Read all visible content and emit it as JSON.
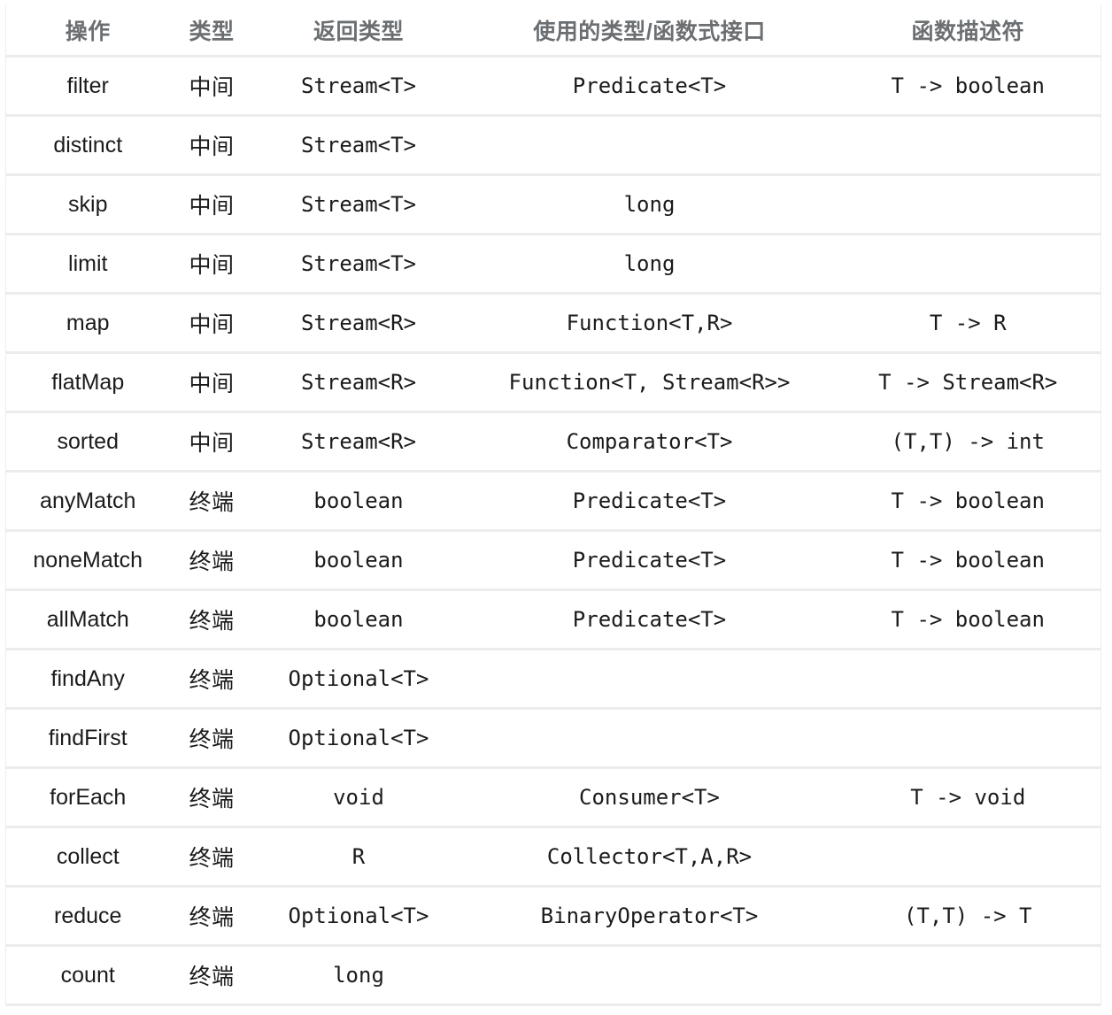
{
  "table": {
    "headers": [
      {
        "label": "操作",
        "name": "col-operation"
      },
      {
        "label": "类型",
        "name": "col-type"
      },
      {
        "label": "返回类型",
        "name": "col-return-type"
      },
      {
        "label": "使用的类型/函数式接口",
        "name": "col-functional-interface"
      },
      {
        "label": "函数描述符",
        "name": "col-function-descriptor"
      }
    ],
    "rows": [
      {
        "op": "filter",
        "kind": "中间",
        "ret": "Stream<T>",
        "iface": "Predicate<T>",
        "desc": "T -> boolean"
      },
      {
        "op": "distinct",
        "kind": "中间",
        "ret": "Stream<T>",
        "iface": "",
        "desc": ""
      },
      {
        "op": "skip",
        "kind": "中间",
        "ret": "Stream<T>",
        "iface": "long",
        "desc": ""
      },
      {
        "op": "limit",
        "kind": "中间",
        "ret": "Stream<T>",
        "iface": "long",
        "desc": ""
      },
      {
        "op": "map",
        "kind": "中间",
        "ret": "Stream<R>",
        "iface": "Function<T,R>",
        "desc": "T -> R"
      },
      {
        "op": "flatMap",
        "kind": "中间",
        "ret": "Stream<R>",
        "iface": "Function<T, Stream<R>>",
        "desc": "T -> Stream<R>"
      },
      {
        "op": "sorted",
        "kind": "中间",
        "ret": "Stream<R>",
        "iface": "Comparator<T>",
        "desc": "(T,T) -> int"
      },
      {
        "op": "anyMatch",
        "kind": "终端",
        "ret": "boolean",
        "iface": "Predicate<T>",
        "desc": "T -> boolean"
      },
      {
        "op": "noneMatch",
        "kind": "终端",
        "ret": "boolean",
        "iface": "Predicate<T>",
        "desc": "T -> boolean"
      },
      {
        "op": "allMatch",
        "kind": "终端",
        "ret": "boolean",
        "iface": "Predicate<T>",
        "desc": "T -> boolean"
      },
      {
        "op": "findAny",
        "kind": "终端",
        "ret": "Optional<T>",
        "iface": "",
        "desc": ""
      },
      {
        "op": "findFirst",
        "kind": "终端",
        "ret": "Optional<T>",
        "iface": "",
        "desc": ""
      },
      {
        "op": "forEach",
        "kind": "终端",
        "ret": "void",
        "iface": "Consumer<T>",
        "desc": "T -> void"
      },
      {
        "op": "collect",
        "kind": "终端",
        "ret": "R",
        "iface": "Collector<T,A,R>",
        "desc": ""
      },
      {
        "op": "reduce",
        "kind": "终端",
        "ret": "Optional<T>",
        "iface": "BinaryOperator<T>",
        "desc": "(T,T) -> T"
      },
      {
        "op": "count",
        "kind": "终端",
        "ret": "long",
        "iface": "",
        "desc": ""
      }
    ]
  },
  "colors": {
    "header_text": "#6b6f72",
    "body_text": "#1b1b1b",
    "row_border": "#ececec",
    "background": "#ffffff"
  }
}
